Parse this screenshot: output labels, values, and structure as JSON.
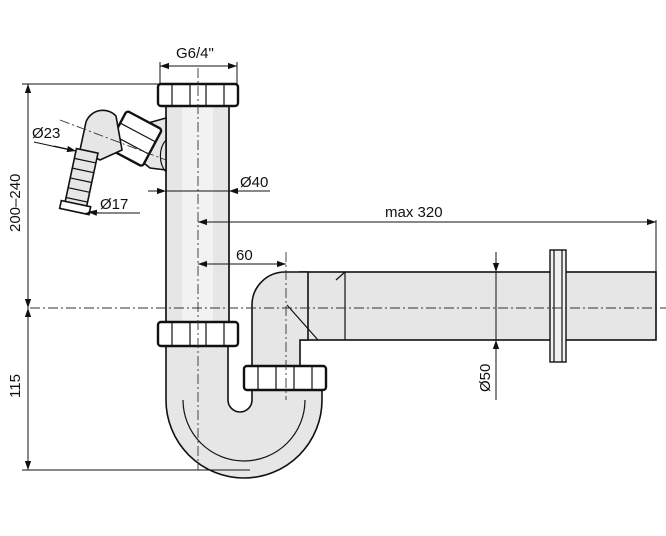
{
  "dimensions": {
    "thread": "G6/4\"",
    "pipe_diameter": "Ø40",
    "hose_outer": "Ø23",
    "hose_inner": "Ø17",
    "max_length": "max 320",
    "offset": "60",
    "outlet_diameter": "Ø50",
    "height_range": "200–240",
    "lower_height": "115"
  }
}
